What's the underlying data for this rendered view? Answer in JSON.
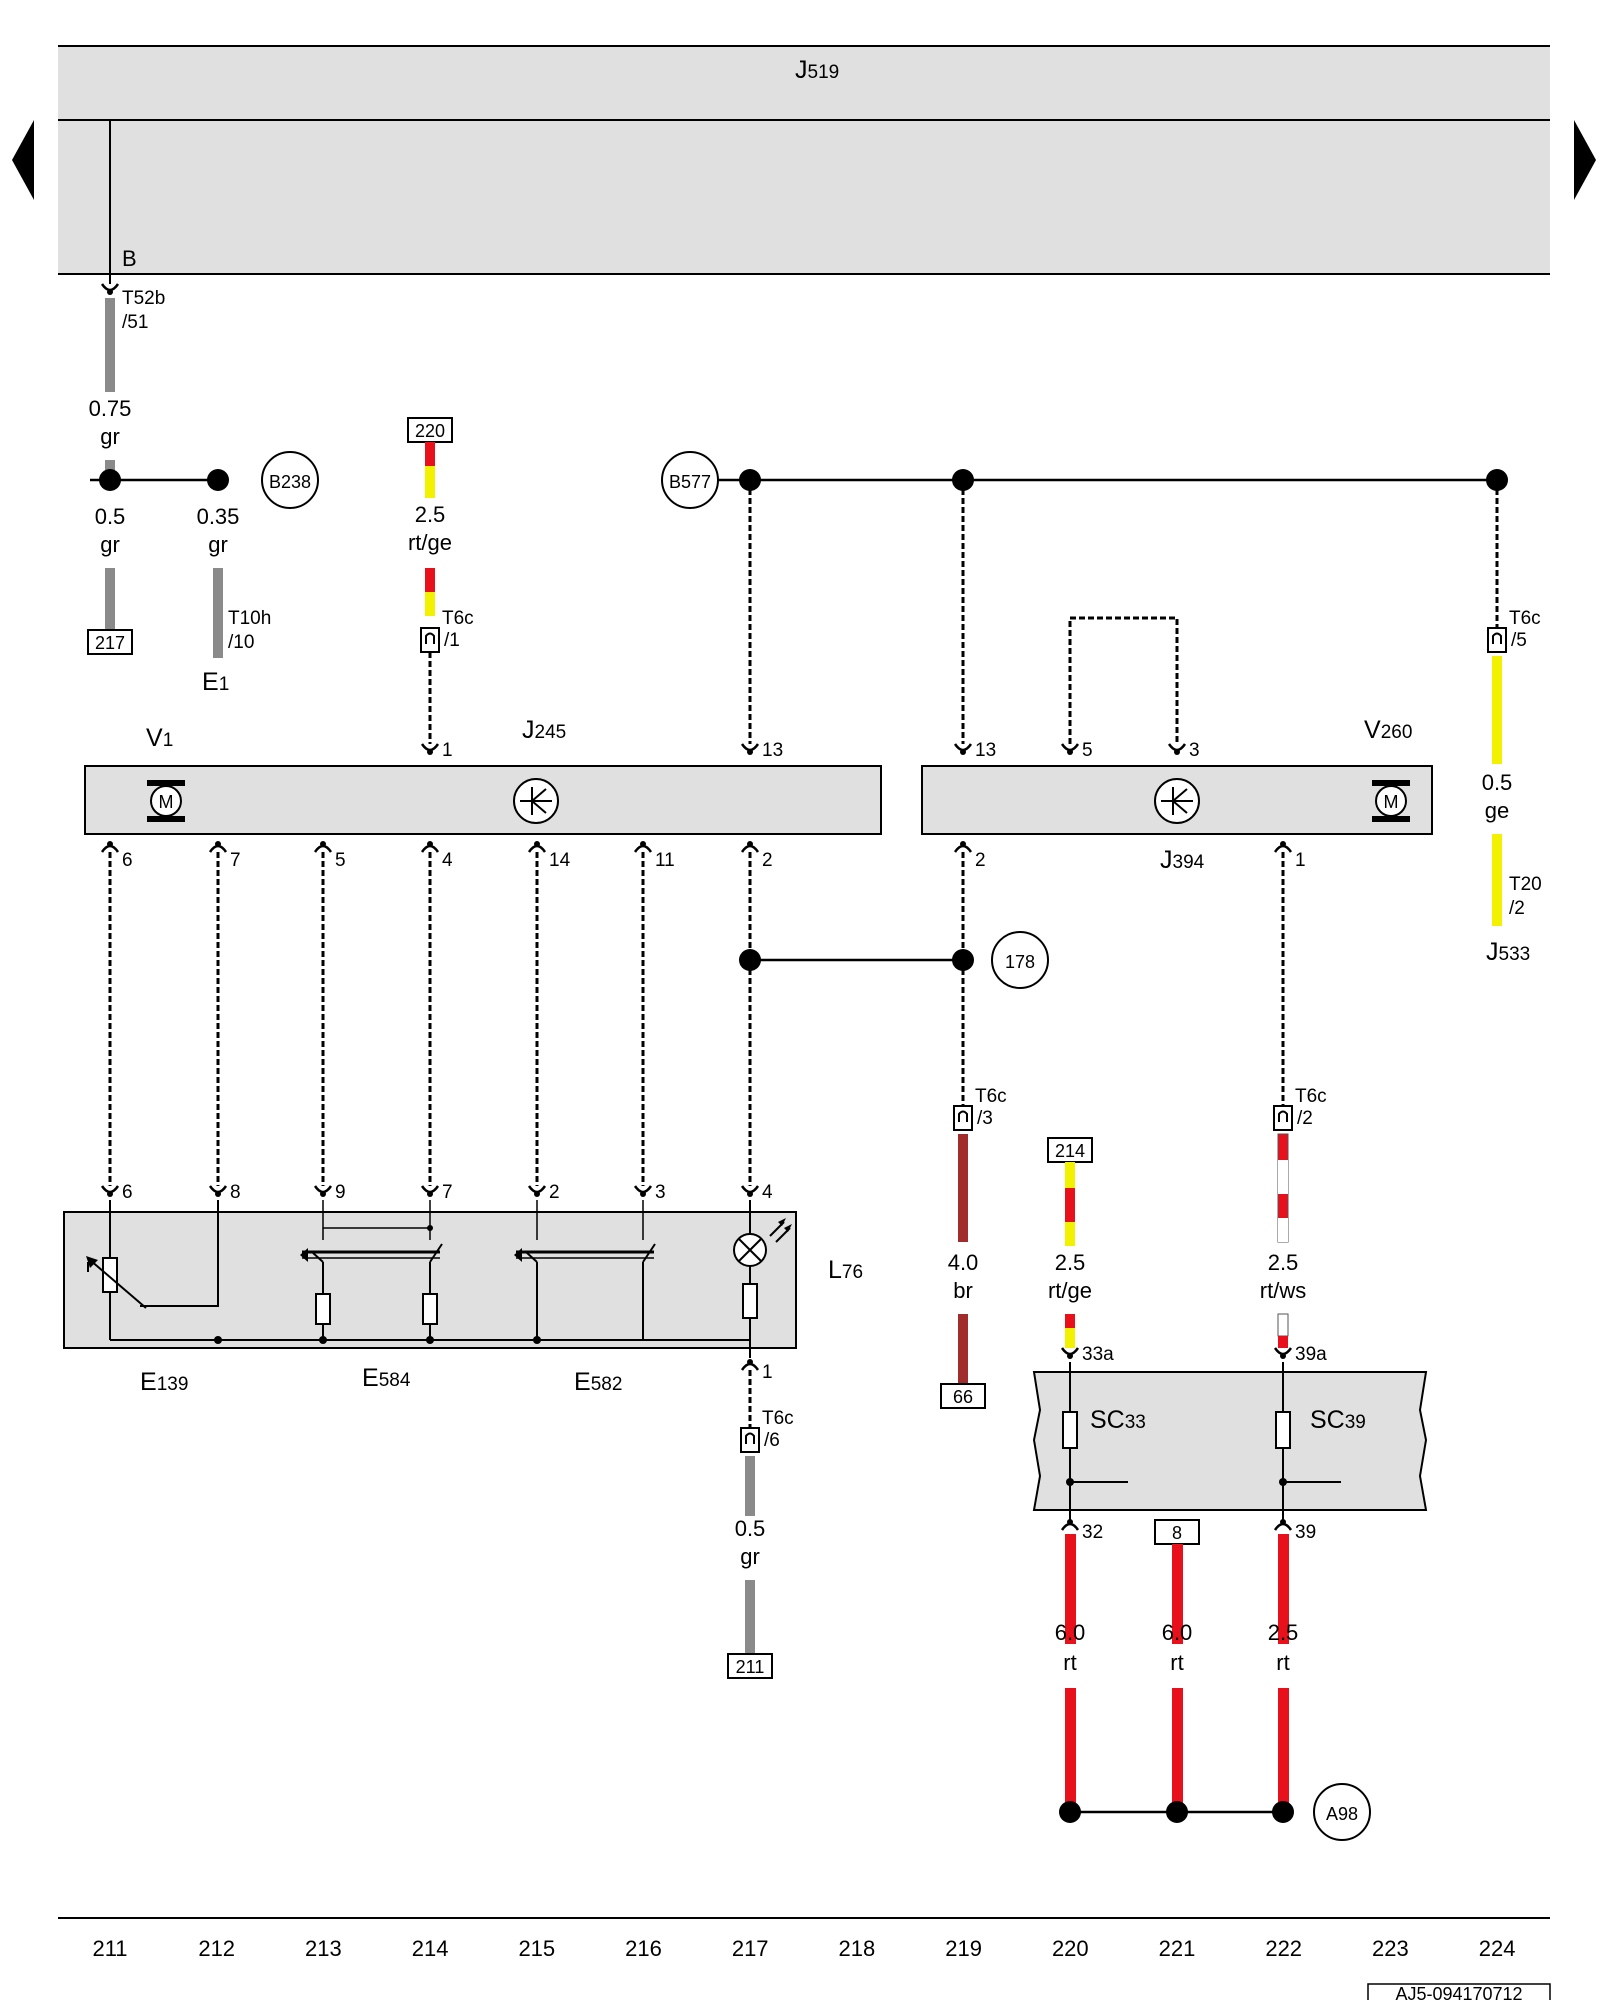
{
  "ecu": {
    "name": "J",
    "sub": "519",
    "pin_label": "B",
    "connector": "T52b",
    "connector_pin": "/51"
  },
  "wires": {
    "w1": {
      "size": "0.75",
      "color": "gr"
    },
    "w2": {
      "size": "0.5",
      "color": "gr"
    },
    "w3": {
      "size": "0.35",
      "color": "gr"
    },
    "w4": {
      "size": "2.5",
      "color": "rt/ge"
    },
    "w5": {
      "size": "0.5",
      "color": "ge"
    },
    "w6": {
      "size": "4.0",
      "color": "br"
    },
    "w7": {
      "size": "2.5",
      "color": "rt/ge"
    },
    "w8": {
      "size": "2.5",
      "color": "rt/ws"
    },
    "w9": {
      "size": "0.5",
      "color": "gr"
    },
    "w10": {
      "size": "6.0",
      "color": "rt"
    },
    "w11": {
      "size": "6.0",
      "color": "rt"
    },
    "w12": {
      "size": "2.5",
      "color": "rt"
    }
  },
  "refs": {
    "r217": "217",
    "r220": "220",
    "r214": "214",
    "r66": "66",
    "r211": "211",
    "r8": "8"
  },
  "nodes": {
    "b238": "B238",
    "b577": "B577",
    "n178": "178",
    "a98": "A98"
  },
  "connectors": {
    "t10h": "T10h",
    "t10h_pin": "/10",
    "t6c": "T6c",
    "t6c_1": "/1",
    "t6c_5": "/5",
    "t6c_3": "/3",
    "t6c_2": "/2",
    "t6c_6": "/6",
    "t20": "T20",
    "t20_pin": "/2"
  },
  "components": {
    "e1": {
      "name": "E",
      "sub": "1"
    },
    "v1": {
      "name": "V",
      "sub": "1"
    },
    "j245": {
      "name": "J",
      "sub": "245"
    },
    "v260": {
      "name": "V",
      "sub": "260"
    },
    "j394": {
      "name": "J",
      "sub": "394"
    },
    "j533": {
      "name": "J",
      "sub": "533"
    },
    "l76": {
      "name": "L",
      "sub": "76"
    },
    "e139": {
      "name": "E",
      "sub": "139"
    },
    "e584": {
      "name": "E",
      "sub": "584"
    },
    "e582": {
      "name": "E",
      "sub": "582"
    },
    "sc33": {
      "name": "SC",
      "sub": "33"
    },
    "sc39": {
      "name": "SC",
      "sub": "39"
    },
    "motor": "M"
  },
  "pins": {
    "j245_top_1": "1",
    "j245_top_13": "13",
    "j394_top_13": "13",
    "j394_top_5": "5",
    "j394_top_3": "3",
    "j245_b6": "6",
    "j245_b7": "7",
    "j245_b5": "5",
    "j245_b4": "4",
    "j245_b14": "14",
    "j245_b11": "11",
    "j245_b2": "2",
    "j394_b2": "2",
    "j394_b1": "1",
    "sw_6": "6",
    "sw_8": "8",
    "sw_9": "9",
    "sw_7": "7",
    "sw_2": "2",
    "sw_3": "3",
    "sw_4": "4",
    "l76_1": "1",
    "sc_33a": "33a",
    "sc_39a": "39a",
    "sc_32": "32",
    "sc_39": "39"
  },
  "columns": [
    "211",
    "212",
    "213",
    "214",
    "215",
    "216",
    "217",
    "218",
    "219",
    "220",
    "221",
    "222",
    "223",
    "224"
  ],
  "doc_id": "AJ5-094170712",
  "colors": {
    "gray": "#8a8a8a",
    "red": "#e8101a",
    "yellow": "#f2f200",
    "brown": "#a02c2c",
    "panel": "#e0e0e0"
  }
}
